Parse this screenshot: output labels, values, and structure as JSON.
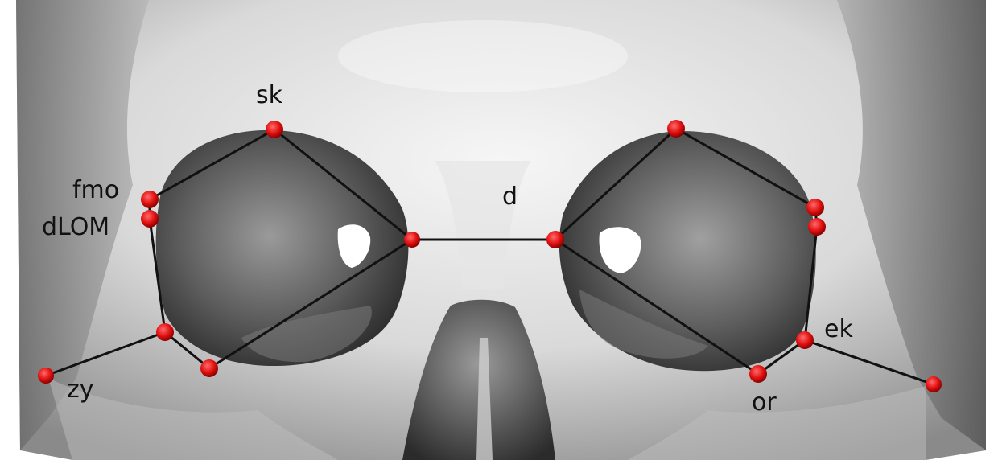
{
  "figure": {
    "colors": {
      "bone_light": "#f2f2f2",
      "bone_mid": "#bdbdbd",
      "bone_dark": "#5a5a5a",
      "cavity": "#3d3d3d",
      "landmark": "#e01010",
      "line": "#111111",
      "background": "#ffffff"
    },
    "labels": {
      "sk": "sk",
      "fmo": "fmo",
      "dLOM": "dLOM",
      "d": "d",
      "zy": "zy",
      "ek": "ek",
      "or": "or"
    }
  }
}
